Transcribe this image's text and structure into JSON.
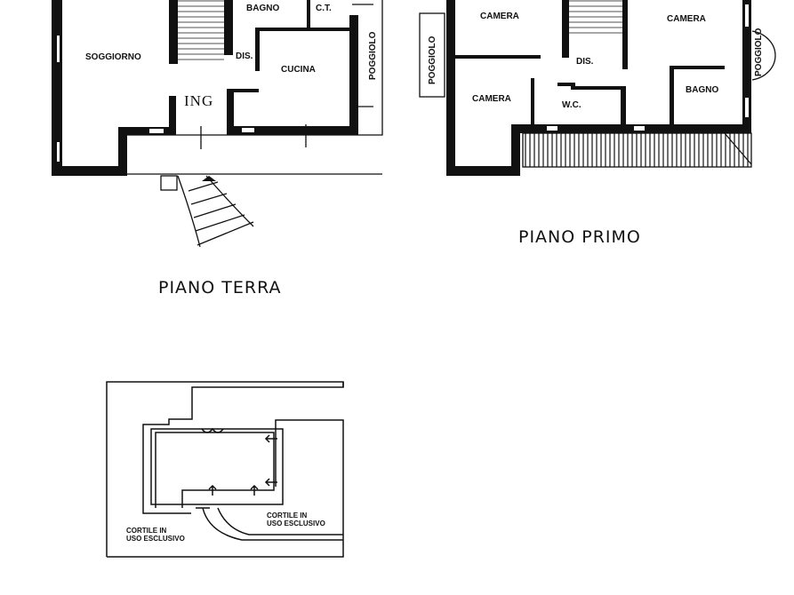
{
  "ground_floor": {
    "title": "PIANO TERRA",
    "rooms": {
      "living": "SOGGIORNO",
      "hall": "DIS.",
      "kitchen": "CUCINA",
      "entrance": "ING",
      "bathroom": "BAGNO",
      "boiler": "C.T.",
      "balcony": "POGGIOLO"
    }
  },
  "first_floor": {
    "title": "PIANO PRIMO",
    "rooms": {
      "bedroom_nw": "CAMERA",
      "bedroom_ne": "CAMERA",
      "bedroom_sw": "CAMERA",
      "hall": "DIS.",
      "wc": "W.C.",
      "bathroom": "BAGNO",
      "balcony_left": "POGGIOLO",
      "balcony_right": "POGGIOLO"
    }
  },
  "site_plan": {
    "courtyard_left": [
      "CORTILE IN",
      "USO ESCLUSIVO"
    ],
    "courtyard_right": [
      "CORTILE IN",
      "USO ESCLUSIVO"
    ]
  }
}
